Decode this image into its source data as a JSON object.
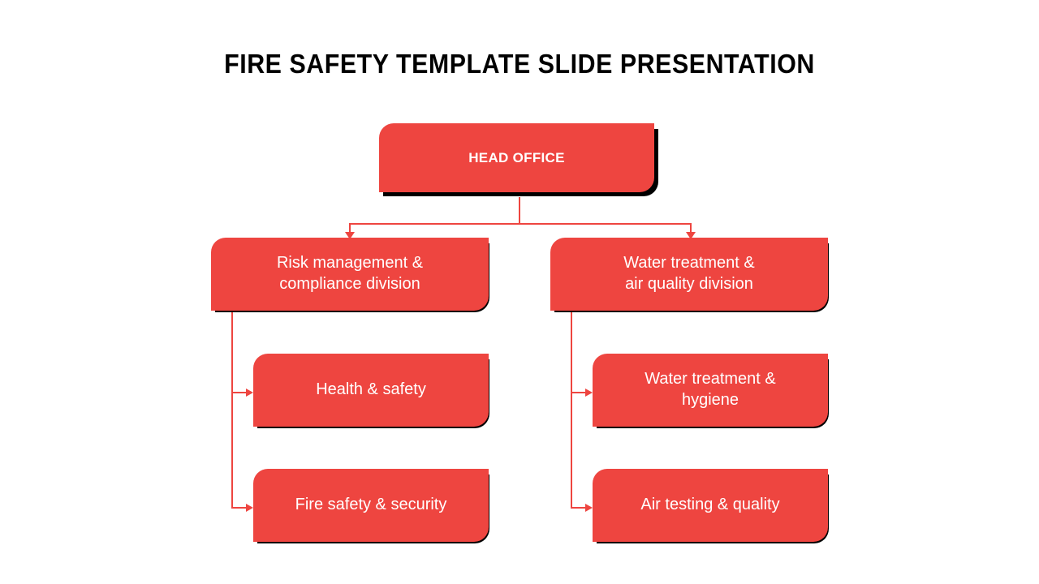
{
  "slide": {
    "title": "FIRE SAFETY TEMPLATE SLIDE PRESENTATION",
    "background_color": "#FFFFFF",
    "accent_color": "#EE4540",
    "shadow_color": "#000000",
    "node_text_color": "#FFFFFF",
    "title_color": "#000000"
  },
  "chart_data": {
    "type": "diagram",
    "diagram_kind": "organizational-hierarchy-tree",
    "title": "FIRE SAFETY TEMPLATE SLIDE PRESENTATION",
    "nodes": [
      {
        "id": "head-office",
        "label": "HEAD OFFICE",
        "level": 1
      },
      {
        "id": "risk-management",
        "label": "Risk management &\ncompliance division",
        "level": 2
      },
      {
        "id": "water-air",
        "label": "Water treatment &\nair quality division",
        "level": 2
      },
      {
        "id": "health-safety",
        "label": "Health & safety",
        "level": 3
      },
      {
        "id": "fire-safety",
        "label": "Fire safety & security",
        "level": 3
      },
      {
        "id": "water-hygiene",
        "label": "Water treatment &\nhygiene",
        "level": 3
      },
      {
        "id": "air-testing",
        "label": "Air testing & quality",
        "level": 3
      }
    ],
    "edges": [
      {
        "from": "head-office",
        "to": "risk-management"
      },
      {
        "from": "head-office",
        "to": "water-air"
      },
      {
        "from": "risk-management",
        "to": "health-safety"
      },
      {
        "from": "risk-management",
        "to": "fire-safety"
      },
      {
        "from": "water-air",
        "to": "water-hygiene"
      },
      {
        "from": "water-air",
        "to": "air-testing"
      }
    ]
  },
  "nodes": {
    "head_office": {
      "label": "HEAD OFFICE"
    },
    "risk_division": {
      "label": "Risk management &\ncompliance division"
    },
    "water_division": {
      "label": "Water treatment &\nair quality division"
    },
    "health_safety": {
      "label": "Health & safety"
    },
    "fire_safety": {
      "label": "Fire safety & security"
    },
    "water_hygiene": {
      "label": "Water treatment &\nhygiene"
    },
    "air_testing": {
      "label": "Air testing & quality"
    }
  }
}
